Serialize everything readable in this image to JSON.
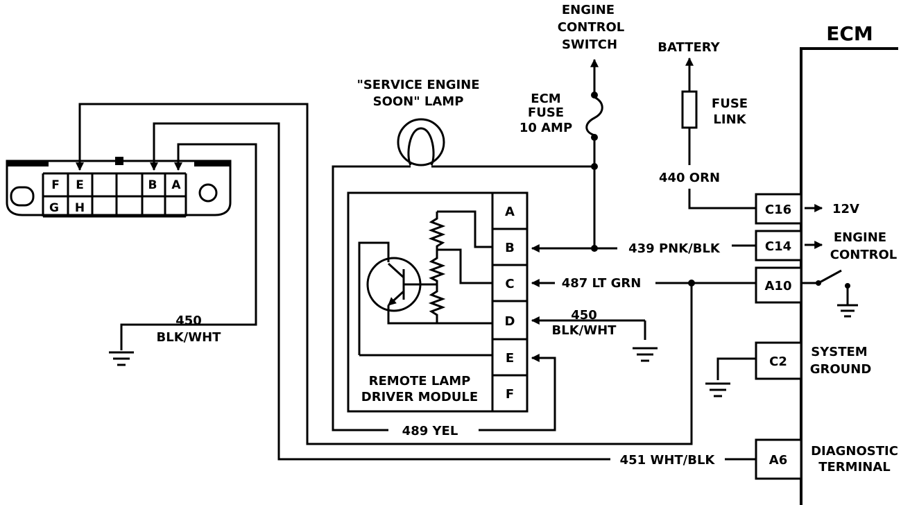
{
  "ecm_title": "ECM",
  "top": {
    "engine_control_switch": [
      "ENGINE",
      "CONTROL",
      "SWITCH"
    ],
    "battery": "BATTERY",
    "fuse_link": [
      "FUSE",
      "LINK"
    ],
    "ecm_fuse": [
      "ECM",
      "FUSE",
      "10  AMP"
    ],
    "lamp": [
      "\"SERVICE ENGINE",
      "SOON\" LAMP"
    ]
  },
  "dlc": {
    "top_row": [
      "F",
      "E",
      "",
      "",
      "B",
      "A"
    ],
    "bottom_row": [
      "G",
      "H",
      "",
      "",
      "",
      ""
    ]
  },
  "module": {
    "title": [
      "REMOTE LAMP",
      "DRIVER MODULE"
    ],
    "pins": [
      "A",
      "B",
      "C",
      "D",
      "E",
      "F"
    ]
  },
  "wires": {
    "w440": "440 ORN",
    "w439": "439 PNK/BLK",
    "w487": "487 LT GRN",
    "w450_mod": [
      "450",
      "BLK/WHT"
    ],
    "w450_dlc": [
      "450",
      "BLK/WHT"
    ],
    "w489": "489 YEL",
    "w451": "451 WHT/BLK"
  },
  "ecm_pins": {
    "c16": "C16",
    "c14": "C14",
    "a10": "A10",
    "c2": "C2",
    "a6": "A6"
  },
  "ecm_labels": {
    "v12": "12V",
    "engine_control": [
      "ENGINE",
      "CONTROL"
    ],
    "system_ground": [
      "SYSTEM",
      "GROUND"
    ],
    "diagnostic_terminal": [
      "DIAGNOSTIC",
      "TERMINAL"
    ]
  }
}
